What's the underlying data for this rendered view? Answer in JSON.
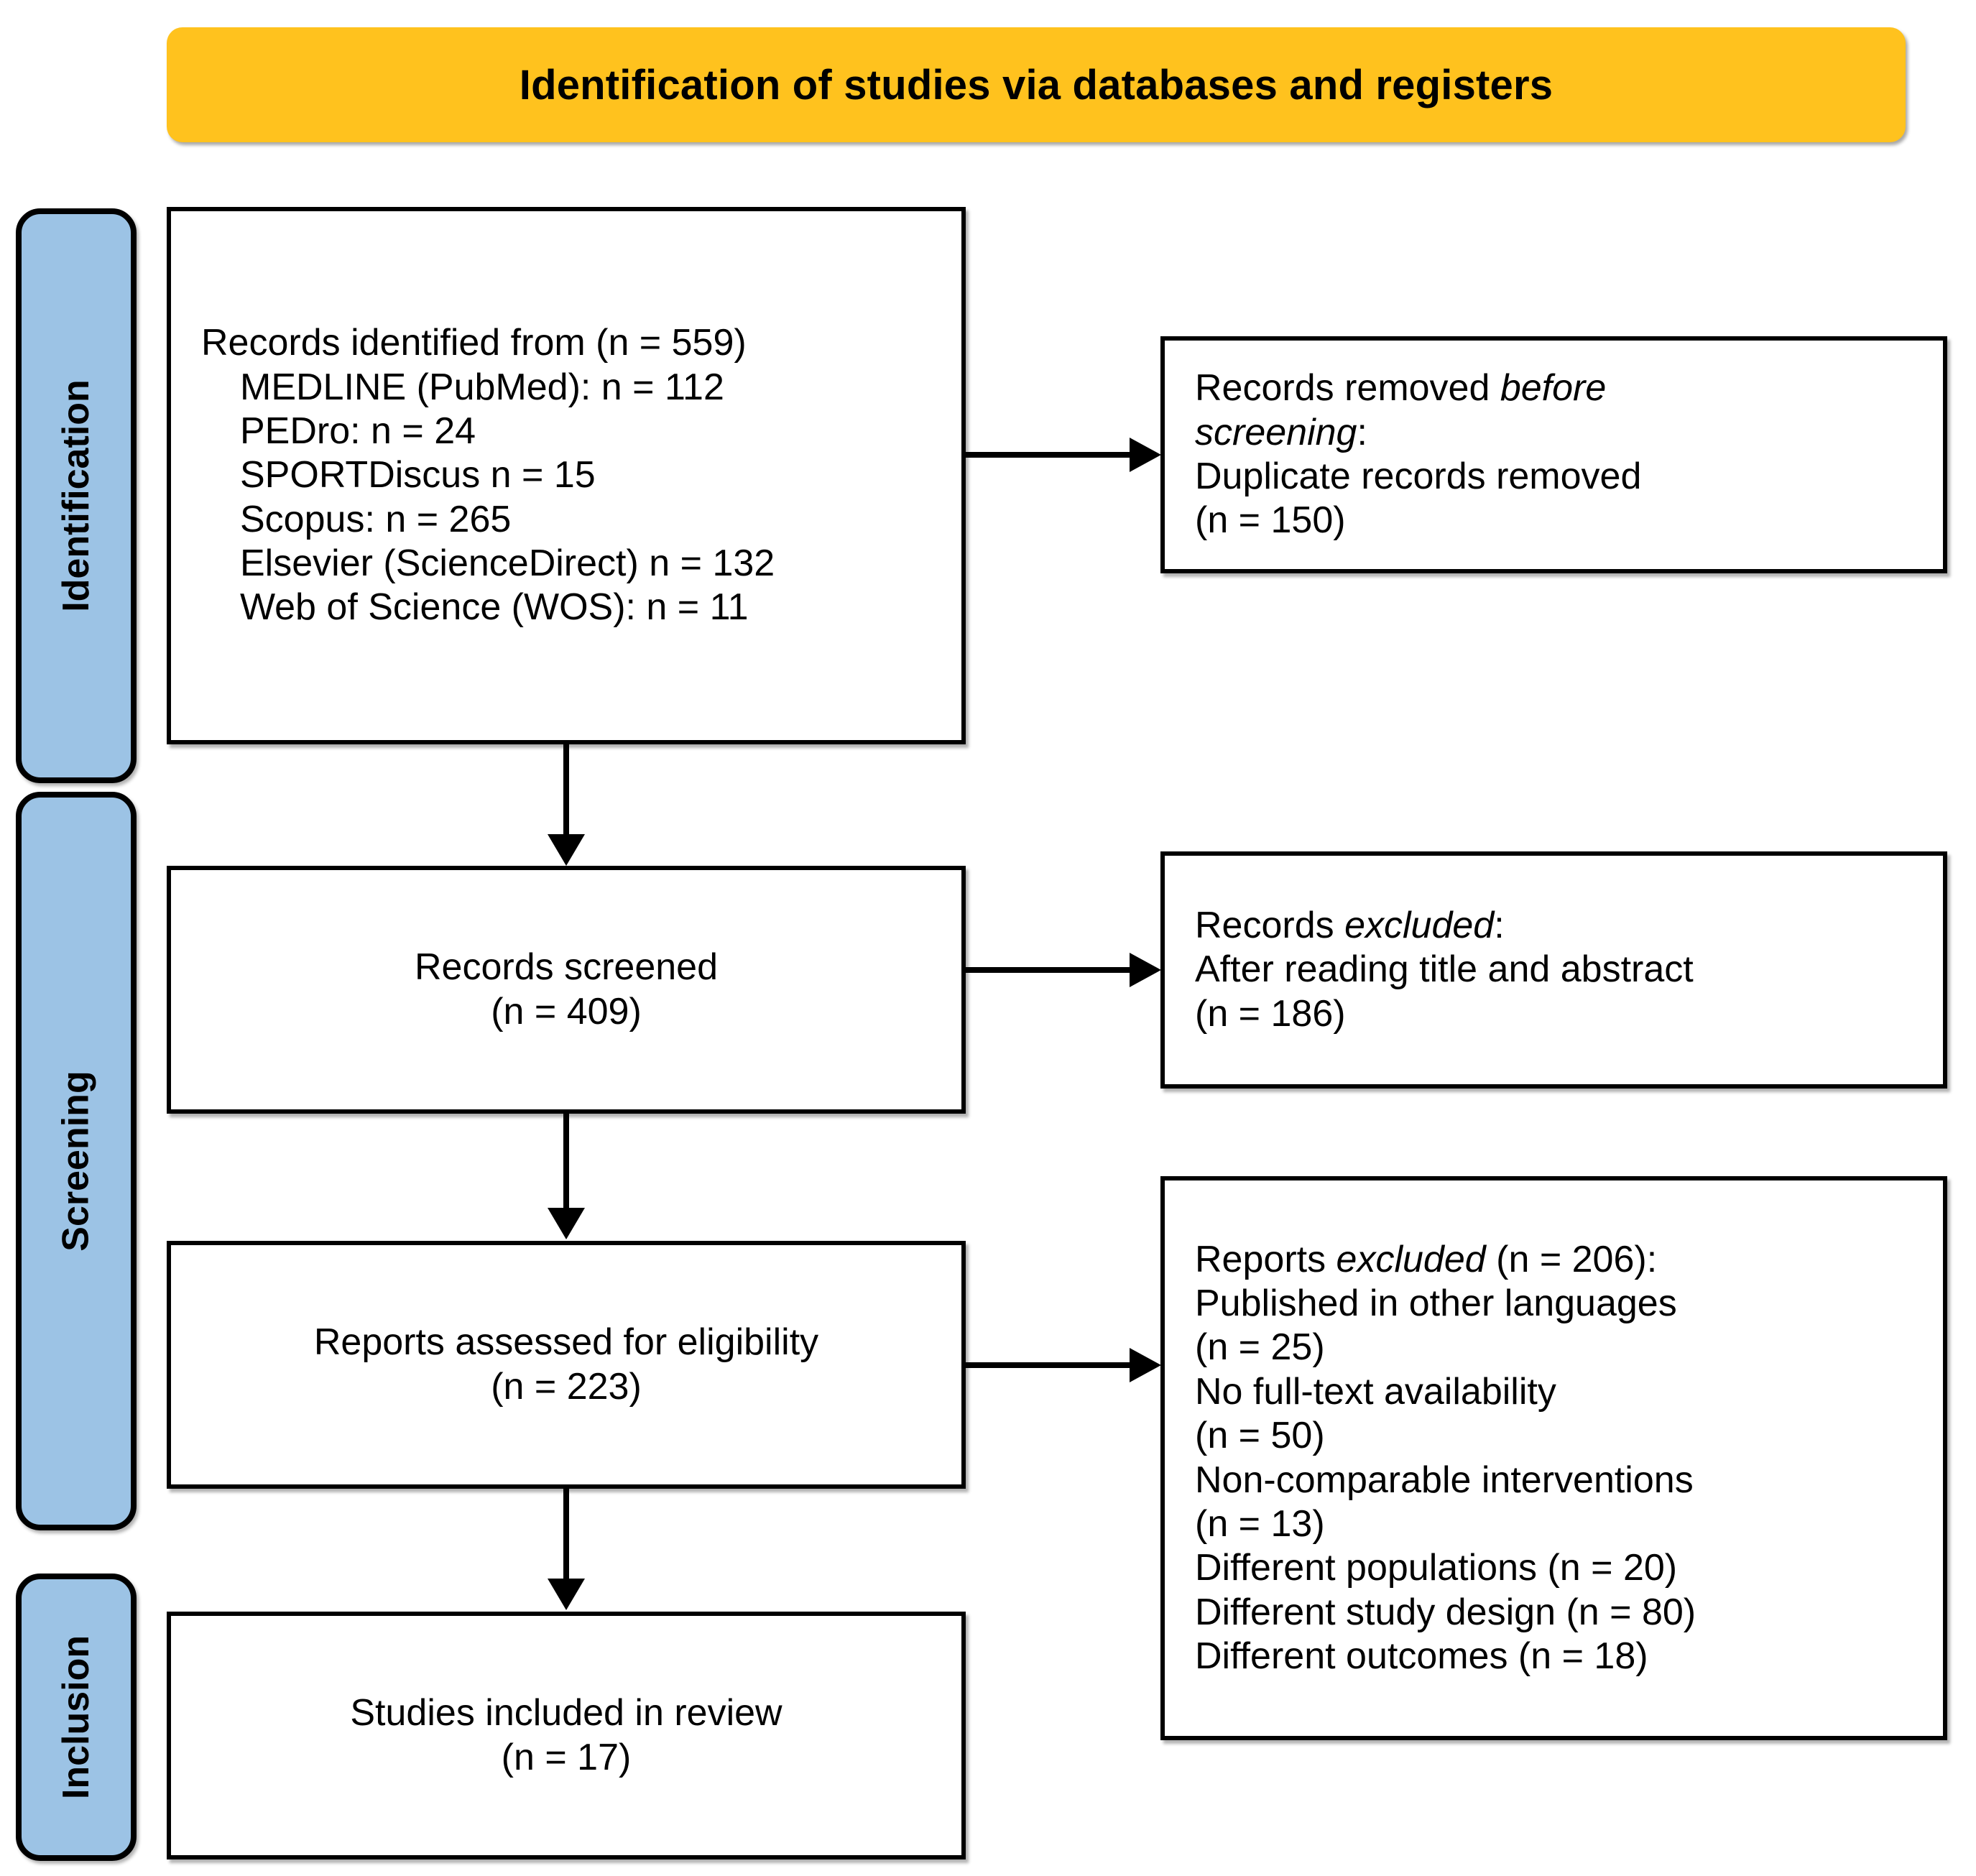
{
  "header": {
    "title": "Identification of studies via databases and registers",
    "background_color": "#FFC21E"
  },
  "stages": [
    {
      "id": "identification",
      "label": "Identification"
    },
    {
      "id": "screening",
      "label": "Screening"
    },
    {
      "id": "inclusion",
      "label": "Inclusion"
    }
  ],
  "stage_color": "#9CC3E5",
  "boxes": {
    "identified": {
      "heading": "Records identified from (n = 559)",
      "sources": [
        "MEDLINE (PubMed): n = 112",
        "PEDro: n = 24",
        "SPORTDiscus n = 15",
        "Scopus: n = 265",
        "Elsevier (ScienceDirect) n = 132",
        "Web of Science (WOS): n = 11"
      ]
    },
    "removed": {
      "line1_prefix": "Records removed ",
      "line1_italic": "before",
      "line2_italic": "screening",
      "line2_suffix": ":",
      "line3": "Duplicate records removed",
      "line4": "(n = 150)"
    },
    "screened": {
      "line1": "Records screened",
      "line2": "(n = 409)"
    },
    "records_excluded": {
      "line1_prefix": "Records ",
      "line1_italic": "excluded",
      "line1_suffix": ":",
      "line2": "After reading title and abstract",
      "line3": "(n =  186)"
    },
    "eligibility": {
      "line1": "Reports assessed for eligibility",
      "line2": "(n =  223)"
    },
    "reports_excluded": {
      "line1_prefix": "Reports ",
      "line1_italic": "excluded",
      "line1_suffix": " (n = 206):",
      "reasons": [
        "Published in other languages",
        "(n = 25)",
        "No full-text availability",
        "(n = 50)",
        "Non-comparable interventions",
        "(n = 13)",
        "Different populations (n = 20)",
        "Different study design (n = 80)",
        "Different outcomes (n = 18)"
      ]
    },
    "included": {
      "line1": "Studies included in review",
      "line2": "(n = 17)"
    }
  },
  "chart_data": {
    "type": "diagram",
    "title": "Identification of studies via databases and registers",
    "flow": [
      {
        "stage": "Identification",
        "node": "Records identified from",
        "n": 559
      },
      {
        "stage": "Identification",
        "node": "MEDLINE (PubMed)",
        "n": 112
      },
      {
        "stage": "Identification",
        "node": "PEDro",
        "n": 24
      },
      {
        "stage": "Identification",
        "node": "SPORTDiscus",
        "n": 15
      },
      {
        "stage": "Identification",
        "node": "Scopus",
        "n": 265
      },
      {
        "stage": "Identification",
        "node": "Elsevier (ScienceDirect)",
        "n": 132
      },
      {
        "stage": "Identification",
        "node": "Web of Science (WOS)",
        "n": 11
      },
      {
        "stage": "Identification",
        "node": "Duplicate records removed",
        "n": 150
      },
      {
        "stage": "Screening",
        "node": "Records screened",
        "n": 409
      },
      {
        "stage": "Screening",
        "node": "Records excluded: After reading title and abstract",
        "n": 186
      },
      {
        "stage": "Screening",
        "node": "Reports assessed for eligibility",
        "n": 223
      },
      {
        "stage": "Screening",
        "node": "Reports excluded",
        "n": 206
      },
      {
        "stage": "Screening",
        "node": "Published in other languages",
        "n": 25
      },
      {
        "stage": "Screening",
        "node": "No full-text availability",
        "n": 50
      },
      {
        "stage": "Screening",
        "node": "Non-comparable interventions",
        "n": 13
      },
      {
        "stage": "Screening",
        "node": "Different populations",
        "n": 20
      },
      {
        "stage": "Screening",
        "node": "Different study design",
        "n": 80
      },
      {
        "stage": "Screening",
        "node": "Different outcomes",
        "n": 18
      },
      {
        "stage": "Inclusion",
        "node": "Studies included in review",
        "n": 17
      }
    ]
  }
}
